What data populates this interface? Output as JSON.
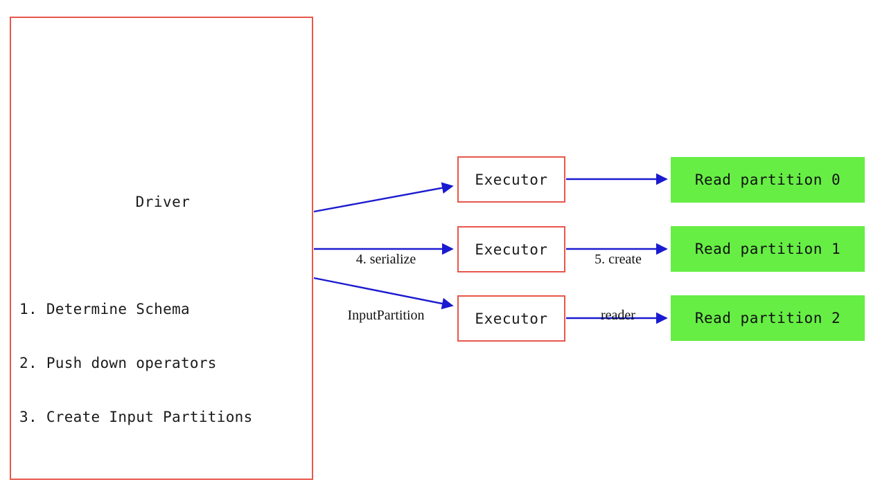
{
  "theme": {
    "box_border_red": "#e8564b",
    "partition_green": "#66ee44",
    "arrow_blue": "#1a1ad0",
    "text_color": "#1a1a1a",
    "background": "#ffffff"
  },
  "driver": {
    "title": "Driver",
    "steps": [
      "1. Determine Schema",
      "2. Push down operators",
      "3. Create Input Partitions"
    ]
  },
  "executors": [
    {
      "label": "Executor"
    },
    {
      "label": "Executor"
    },
    {
      "label": "Executor"
    }
  ],
  "partitions": [
    {
      "label": "Read partition 0"
    },
    {
      "label": "Read partition 1"
    },
    {
      "label": "Read partition 2"
    }
  ],
  "edge_labels": {
    "serialize": {
      "line1": "4. serialize",
      "line2": "InputPartition"
    },
    "create_reader": {
      "line1": "5. create",
      "line2": "reader"
    }
  }
}
